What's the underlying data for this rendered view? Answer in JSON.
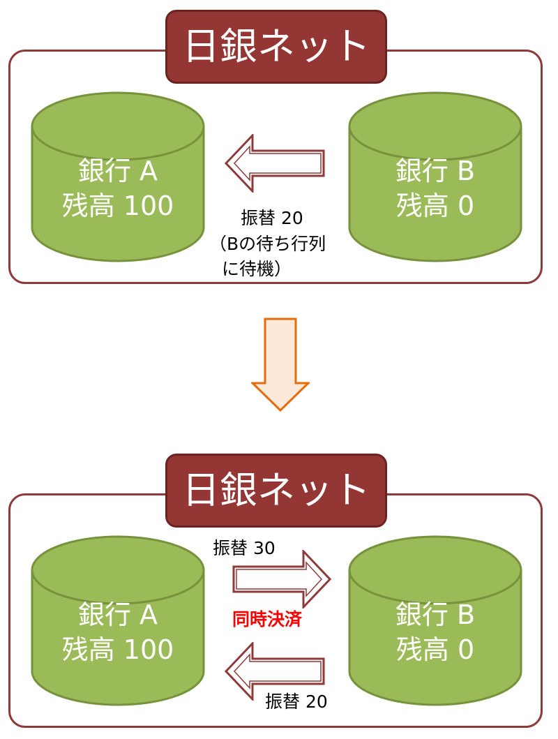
{
  "colors": {
    "panel_border": "#8e3a3a",
    "title_fill": "#943634",
    "cylinder_fill": "#9bbb59",
    "cylinder_stroke": "#76923c",
    "arrow_stroke": "#8e3a3a",
    "down_arrow_fill": "#fde9d9",
    "down_arrow_stroke": "#e46c0a",
    "emphasis": "#ff0000"
  },
  "top": {
    "title": "日銀ネット",
    "bank_a": {
      "name": "銀行 A",
      "balance": "残高 100"
    },
    "bank_b": {
      "name": "銀行 B",
      "balance": "残高 0"
    },
    "transfer": {
      "line1": "振替 20",
      "line2": "（Bの待ち行列",
      "line3": "に待機）"
    }
  },
  "bottom": {
    "title": "日銀ネット",
    "bank_a": {
      "name": "銀行 A",
      "balance": "残高 100"
    },
    "bank_b": {
      "name": "銀行 B",
      "balance": "残高 0"
    },
    "transfer_right": "振替 30",
    "settlement": "同時決済",
    "transfer_left": "振替 20"
  },
  "icons": {
    "transition": "down-arrow-icon",
    "flow_left": "left-arrow-icon",
    "flow_right": "right-arrow-icon"
  }
}
